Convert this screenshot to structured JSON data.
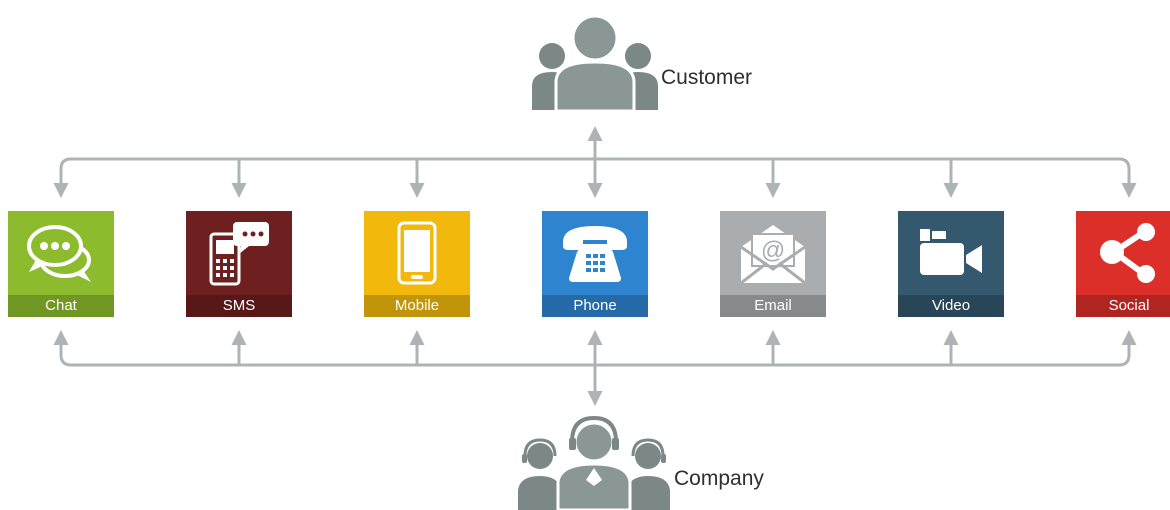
{
  "customer": {
    "label": "Customer",
    "icon": "customer-group-icon"
  },
  "company": {
    "label": "Company",
    "icon": "support-agents-icon"
  },
  "channels": [
    {
      "label": "Chat",
      "color": "#8cbc2e",
      "icon": "chat-bubbles-icon"
    },
    {
      "label": "SMS",
      "color": "#6e1f1f",
      "icon": "sms-phone-icon"
    },
    {
      "label": "Mobile",
      "color": "#f2b90c",
      "icon": "mobile-phone-icon"
    },
    {
      "label": "Phone",
      "color": "#2f84d0",
      "icon": "desk-phone-icon"
    },
    {
      "label": "Email",
      "color": "#a9adb0",
      "icon": "envelope-at-icon"
    },
    {
      "label": "Video",
      "color": "#34586e",
      "icon": "video-camera-icon"
    },
    {
      "label": "Social",
      "color": "#dc2f2a",
      "icon": "share-network-icon"
    }
  ],
  "colors": {
    "connector": "#aeb4b6",
    "person": "#7b8885"
  }
}
